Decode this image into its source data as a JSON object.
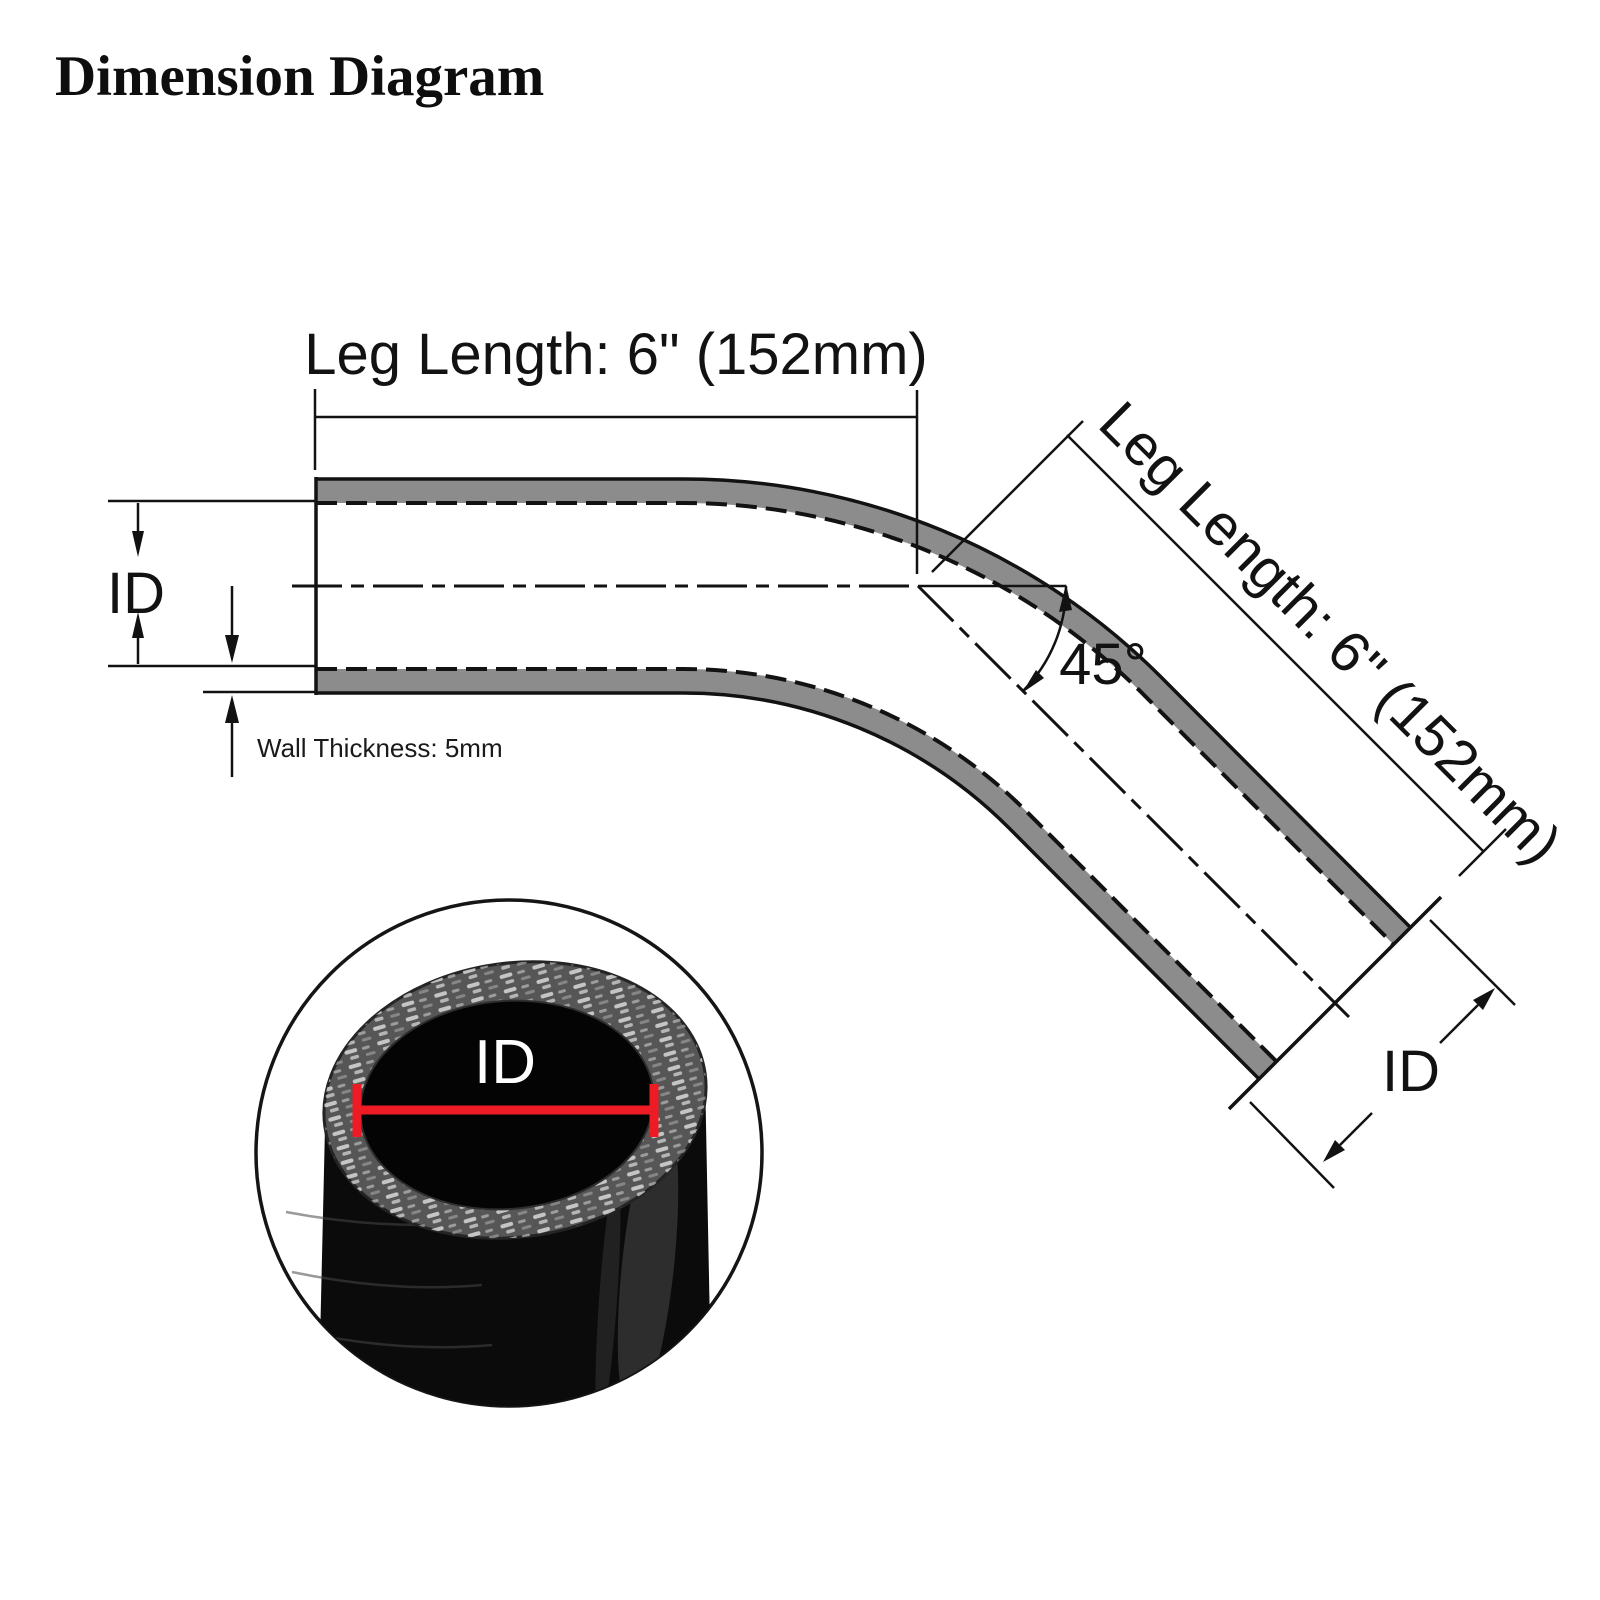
{
  "title": "Dimension Diagram",
  "diagram": {
    "top_leg_label": "Leg Length: 6\" (152mm)",
    "angled_leg_label": "Leg Length: 6\" (152mm)",
    "angle_label": "45°",
    "angle_value_deg": 45,
    "leg_length_in": "6\"",
    "leg_length_mm": "152mm",
    "id_label_left": "ID",
    "id_label_right": "ID",
    "wall_thickness_label": "Wall Thickness: 5mm",
    "wall_thickness_mm": "5mm"
  },
  "inset": {
    "id_label": "ID"
  },
  "colors": {
    "hose_wall_gray": "#8c8c8c",
    "line_black": "#121212",
    "inset_ring_gray": "#565656",
    "inset_hose_black": "#0b0b0b",
    "inset_bore_black": "#040404",
    "id_line_red": "#ed1b24",
    "inset_id_white": "#ffffff"
  }
}
